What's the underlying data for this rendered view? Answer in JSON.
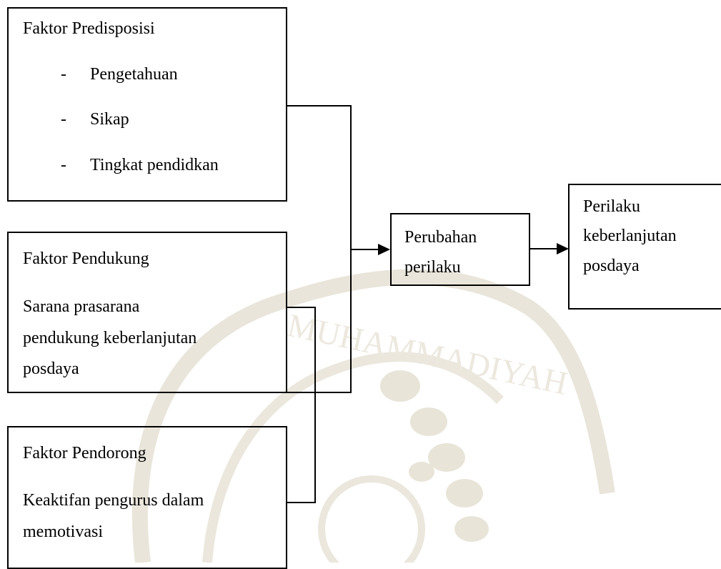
{
  "boxes": {
    "predisposisi": {
      "title": "Faktor Predisposisi",
      "items": [
        "Pengetahuan",
        "Sikap",
        "Tingkat pendidkan"
      ],
      "bullet": "-"
    },
    "pendukung": {
      "title": "Faktor Pendukung",
      "line1": "Sarana prasarana",
      "line2": "pendukung keberlanjutan",
      "line3": "posdaya"
    },
    "pendorong": {
      "title": "Faktor Pendorong",
      "line1": "Keaktifan pengurus dalam",
      "line2": "memotivasi"
    },
    "perubahan": {
      "line1": "Perubahan",
      "line2": "perilaku"
    },
    "keberlanjutan": {
      "line1": "Perilaku",
      "line2": "keberlanjutan",
      "line3": "posdaya"
    }
  },
  "colors": {
    "line": "#000000",
    "watermark": "#e6e2d6"
  }
}
